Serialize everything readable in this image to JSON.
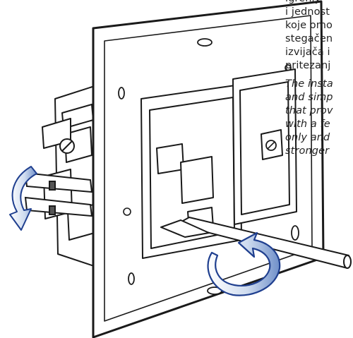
{
  "text_hr": [
    "igrenjy",
    "i jednost",
    "koje omo",
    "stegačen",
    "izvijača i",
    "pritezanj"
  ],
  "text_en": [
    "The insta",
    "and simp",
    "that prov",
    "with a fe",
    "only and",
    "stronger"
  ],
  "colors": {
    "outline": "#1a1a1a",
    "arrow_fill": "#dce6f2",
    "arrow_stroke": "#1f3f8f",
    "text": "#222222"
  }
}
